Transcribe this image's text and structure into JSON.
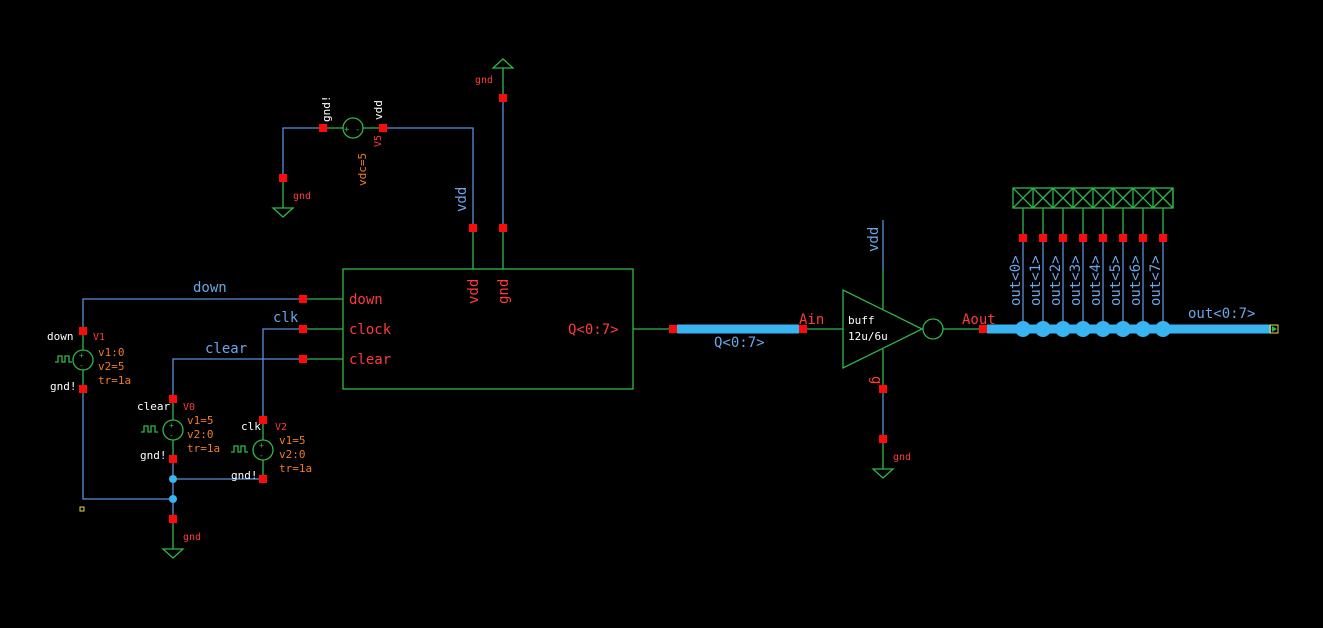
{
  "colors": {
    "background": "#000000",
    "wire": "#5b8fd6",
    "symbol": "#2fb84a",
    "pin": "#ff0a0a",
    "bus": "#39b4f0",
    "param_text": "#f07a2a"
  },
  "labels": {
    "gnd": "gnd",
    "gnd_bang": "gnd!",
    "vdd": "vdd",
    "down": "down",
    "clk": "clk",
    "clear": "clear",
    "v1_name": "V1",
    "v0_name": "V0",
    "v2_name": "V2",
    "v5_name": "V5",
    "vdc": "vdc=5",
    "v1_p1": "v1:0",
    "v1_p2": "v2=5",
    "v1_p3": "tr=1a",
    "v0_p1": "v1=5",
    "v0_p2": "v2:0",
    "v0_p3": "tr=1a",
    "v2_p1": "v1=5",
    "v2_p2": "v2:0",
    "v2_p3": "tr=1a",
    "counter_pin_down": "down",
    "counter_pin_clock": "clock",
    "counter_pin_clear": "clear",
    "counter_out": "Q<0:7>",
    "counter_vdd": "vdd",
    "counter_gnd": "gnd",
    "bus_q": "Q<0:7>",
    "ain": "Ain",
    "aout": "Aout",
    "buff_name": "buff",
    "buff_size": "12u/6u",
    "buff_g": "g",
    "bus_out": "out<0:7>",
    "out_bits": [
      "out<0>",
      "out<1>",
      "out<2>",
      "out<3>",
      "out<4>",
      "out<5>",
      "out<6>",
      "out<7>"
    ]
  }
}
